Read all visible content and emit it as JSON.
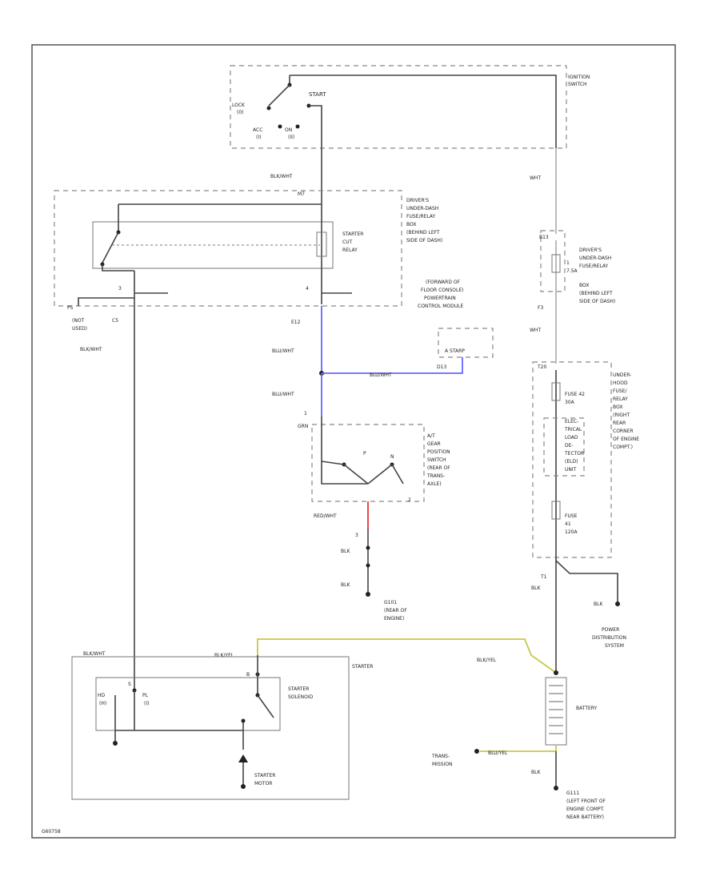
{
  "colors": {
    "wire": "#444444",
    "blue_wire": "#6666ff",
    "red_wire": "#ee3333",
    "yellow_wire": "#c8c84a"
  },
  "ignition": {
    "title": [
      "IGNITION",
      "SWITCH"
    ],
    "start": "START",
    "lock": [
      "LOCK",
      "(0)"
    ],
    "acc": [
      "ACC",
      "(I)"
    ],
    "on": [
      "ON",
      "(II)"
    ]
  },
  "starter_relay": {
    "box_label": [
      "DRIVER'S",
      "UNDER-DASH",
      "FUSE/RELAY",
      "BOX",
      "(BEHIND LEFT",
      "SIDE OF DASH)"
    ],
    "relay_label": [
      "STARTER",
      "CUT",
      "RELAY"
    ],
    "pin_top": "M7",
    "pin_left": "3",
    "pin_right": "4",
    "pin_p5": "P5",
    "pin_c5": "C5",
    "not_used": [
      "(NOT",
      "USED)"
    ],
    "pin_e12": "E12"
  },
  "wires": {
    "blk_wht_top": "BLK/WHT",
    "blu_wht_1": "BLU/WHT",
    "blu_wht_2": "BLU/WHT",
    "blu_wht_h": "BLU/WHT",
    "blk_wht_left": "BLK/WHT",
    "blk_wht_starter": "BLK/WHT",
    "blk_yel_starter": "BLK/YEL",
    "blk_yel_batt": "BLK/YEL",
    "blu_yel_trans": "BLU/YEL",
    "wht_1": "WHT",
    "wht_2": "WHT",
    "red_wht": "RED/WHT",
    "blk_1": "BLK",
    "blk_2": "BLK",
    "blk_3": "BLK",
    "blk_4": "BLK",
    "blk_dist": "BLK"
  },
  "pcm": {
    "label": [
      "(FORWARD OF",
      "FLOOR CONSOLE)",
      "POWERTRAIN",
      "CONTROL MODULE"
    ],
    "pin": "A STARP",
    "pin_num": "D13"
  },
  "gear_switch": {
    "label": [
      "A/T",
      "GEAR",
      "POSITION",
      "SWITCH",
      "(REAR OF",
      "TRANS-",
      "AXLE)"
    ],
    "pin_top": "1",
    "pin_top_color": "GRN",
    "pin_p": "P",
    "pin_n": "N",
    "pin_bottom": "2"
  },
  "ground_g101": {
    "num": "3",
    "label": [
      "G101",
      "(REAR OF",
      "ENGINE)"
    ]
  },
  "fuse_box_dash": {
    "pin_top": "B13",
    "pin_bottom": "F3",
    "label": [
      "DRIVER'S",
      "UNDER-DASH",
      "FUSE/RELAY",
      "BOX",
      "(BEHIND LEFT",
      "SIDE OF DASH)"
    ],
    "fuse_num": "1",
    "fuse_amps": "7.5A"
  },
  "fuse_box_hood": {
    "pin_top": "T20",
    "pin_bottom": "T1",
    "fuse_42": [
      "FUSE 42",
      "30A"
    ],
    "elec_load": [
      "ELEC-",
      "TRICAL",
      "LOAD",
      "DE-",
      "TECTOR",
      "(ELD)",
      "UNIT"
    ],
    "fuse_41": [
      "FUSE",
      "41",
      "120A"
    ],
    "label": [
      "UNDER-",
      "HOOD",
      "FUSE/",
      "RELAY",
      "BOX",
      "(RIGHT",
      "REAR",
      "CORNER",
      "OF ENGINE",
      "COMPT.)"
    ]
  },
  "power_dist": [
    "POWER",
    "DISTRIBUTION",
    "SYSTEM"
  ],
  "starter": {
    "title": "STARTER",
    "pin_s": "S",
    "pin_b": "B",
    "solenoid": [
      "STARTER",
      "SOLENOID"
    ],
    "hd": [
      "HD",
      "(H)"
    ],
    "pl": [
      "PL",
      "(I)"
    ],
    "motor": [
      "STARTER",
      "MOTOR"
    ]
  },
  "battery": {
    "label": "BATTERY"
  },
  "trans_mission": [
    "TRANS-",
    "MISSION"
  ],
  "ground_g111": {
    "label": [
      "G111",
      "(LEFT FRONT OF",
      "ENGINE COMPT.",
      "NEAR BATTERY)"
    ]
  },
  "figure_id": "G60758"
}
